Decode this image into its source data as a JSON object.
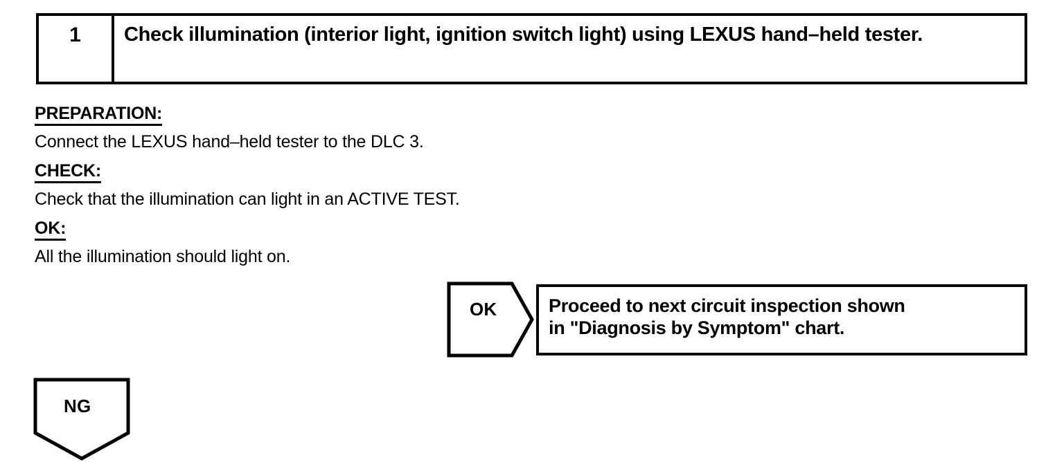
{
  "page": {
    "document_type": "troubleshooting-flowchart",
    "background_color": "#ffffff",
    "ink_color": "#000000"
  },
  "step": {
    "number": "1",
    "title": "Check illumination (interior light, ignition switch light) using LEXUS hand–held tester."
  },
  "instructions": [
    {
      "label": "PREPARATION:",
      "text": "Connect the LEXUS hand–held tester to the DLC 3."
    },
    {
      "label": "CHECK:",
      "text": "Check that the illumination can light in an ACTIVE TEST."
    },
    {
      "label": "OK:",
      "text": "All the illumination should light on."
    }
  ],
  "branches": {
    "ok": {
      "marker": "OK",
      "result_text_line1": "Proceed to next circuit inspection shown",
      "result_text_line2": "in \"Diagnosis by Symptom\" chart."
    },
    "ng": {
      "marker": "NG"
    }
  }
}
